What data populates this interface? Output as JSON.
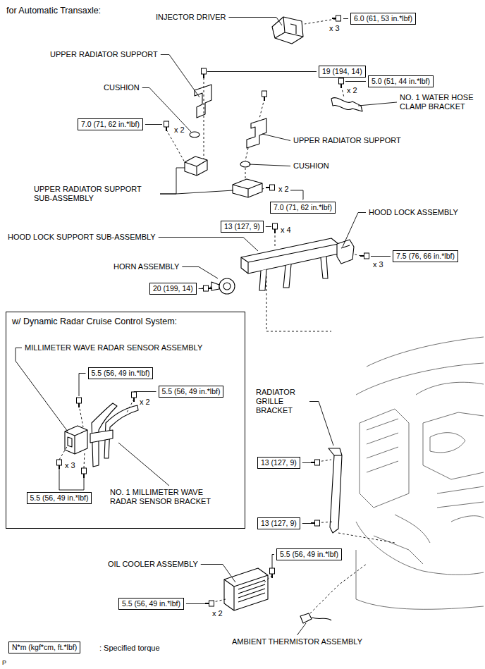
{
  "diagram": {
    "nodes": [
      {
        "text": [
          "6.0 (61, 53 in.*lbf)"
        ]
      },
      {
        "text": [
          "19 (194, 14)"
        ]
      },
      {
        "text": [
          "5.0 (51, 44 in.*lbf)"
        ]
      },
      {
        "text": [
          "7.0 (71, 62 in.*lbf)"
        ]
      },
      {
        "text": [
          "7.0 (71, 62 in.*lbf)"
        ]
      },
      {
        "text": [
          "13 (127, 9)"
        ]
      },
      {
        "text": [
          "7.5 (76, 66 in.*lbf)"
        ]
      },
      {
        "text": [
          "20 (199, 14)"
        ]
      },
      {
        "text": [
          "w/ Dynamic Radar Cruise Control System:"
        ]
      },
      {
        "text": [
          "5.5 (56, 49 in.*lbf)"
        ],
        "in": 8
      },
      {
        "text": [
          "5.5 (56, 49 in.*lbf)"
        ],
        "in": 8
      },
      {
        "text": [
          "5.5 (56, 49 in.*lbf)"
        ],
        "in": 8
      },
      {
        "text": [
          "13 (127, 9)"
        ]
      },
      {
        "text": [
          "13 (127, 9)"
        ]
      },
      {
        "text": [
          "5.5 (56, 49 in.*lbf)"
        ]
      },
      {
        "text": [
          "5.5 (56, 49 in.*lbf)"
        ]
      },
      {
        "text": [
          "N*m (kgf*cm, ft.*lbf)"
        ]
      }
    ],
    "labels": [
      "for Automatic Transaxle:",
      "INJECTOR DRIVER",
      "x 3",
      "UPPER RADIATOR SUPPORT",
      "x 2",
      "NO. 1 WATER HOSE CLAMP BRACKET",
      "CUSHION",
      "x 2",
      "UPPER RADIATOR SUPPORT",
      "CUSHION",
      "UPPER RADIATOR SUPPORT SUB-ASSEMBLY",
      "x 2",
      "HOOD LOCK ASSEMBLY",
      "x 4",
      "HOOD LOCK SUPPORT SUB-ASSEMBLY",
      "x 3",
      "HORN ASSEMBLY",
      "MILLIMETER WAVE RADAR SENSOR ASSEMBLY",
      "x 2",
      "x 3",
      "NO. 1 MILLIMETER WAVE RADAR SENSOR BRACKET",
      "RADIATOR GRILLE BRACKET",
      "OIL COOLER ASSEMBLY",
      "x 2",
      "AMBIENT THERMISTOR ASSEMBLY",
      ": Specified torque",
      "P"
    ]
  }
}
